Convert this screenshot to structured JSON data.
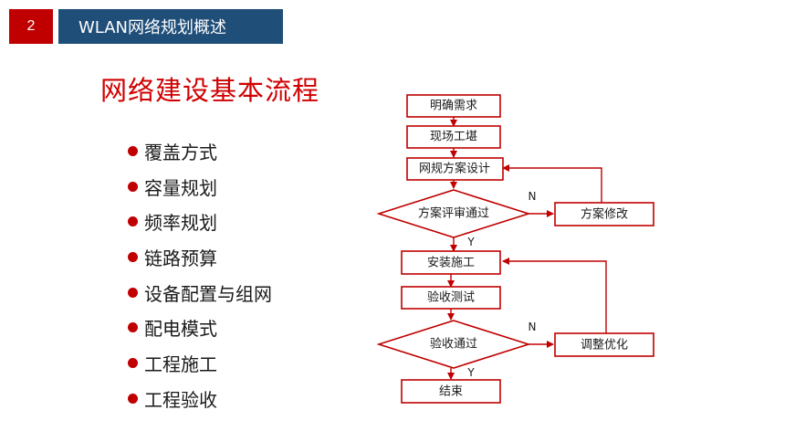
{
  "header": {
    "page_number": "2",
    "section_title": "WLAN网络规划概述"
  },
  "main": {
    "title": "网络建设基本流程",
    "bullets": [
      "覆盖方式",
      "容量规划",
      "频率规划",
      "链路预算",
      "设备配置与组网",
      "配电模式",
      "工程施工",
      "工程验收"
    ]
  },
  "flowchart": {
    "steps": {
      "clarify_requirements": "明确需求",
      "site_survey": "现场工堪",
      "network_design": "网规方案设计",
      "plan_review": "方案评审通过",
      "plan_revision": "方案修改",
      "installation": "安装施工",
      "acceptance_test": "验收测试",
      "acceptance_pass": "验收通过",
      "tuning": "调整优化",
      "end": "结束"
    },
    "edge_labels": {
      "no_1": "N",
      "yes_1": "Y",
      "no_2": "N",
      "yes_2": "Y"
    },
    "colors": {
      "border": "#c00000",
      "arrow": "#c00000"
    }
  }
}
